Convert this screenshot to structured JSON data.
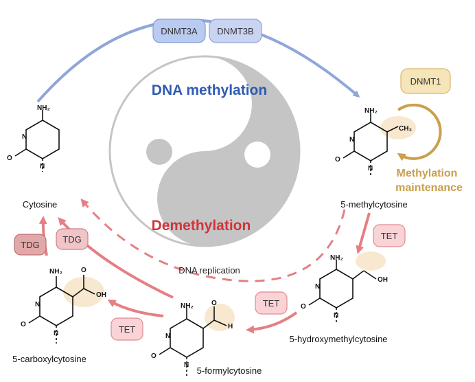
{
  "enzymes": {
    "dnmt3a": "DNMT3A",
    "dnmt3b": "DNMT3B",
    "dnmt1": "DNMT1",
    "tet": "TET",
    "tdg": "TDG"
  },
  "headings": {
    "methylation": "DNA methylation",
    "demethylation": "Demethylation",
    "maintenance_line1": "Methylation",
    "maintenance_line2": "maintenance",
    "replication": "DNA replication"
  },
  "molecules": {
    "cytosine": "Cytosine",
    "methylcytosine": "5-methylcytosine",
    "hydroxymethyl": "5-hydroxymethylcytosine",
    "formyl": "5-formylcytosine",
    "carboxyl": "5-carboxylcytosine"
  },
  "atoms": {
    "nh2": "NH₂",
    "n": "N",
    "o": "O",
    "ch3": "CH₃",
    "oh": "OH",
    "h": "H"
  },
  "colors": {
    "methylation_blue": "#2f5bb3",
    "demethylation_red": "#d0343a",
    "maintenance_gold": "#c9a04d",
    "arrow_blue": "#8fa6d9",
    "arrow_red": "#e57f83",
    "yin_gray": "#c5c5c5",
    "highlight": "#f7e8cf"
  }
}
